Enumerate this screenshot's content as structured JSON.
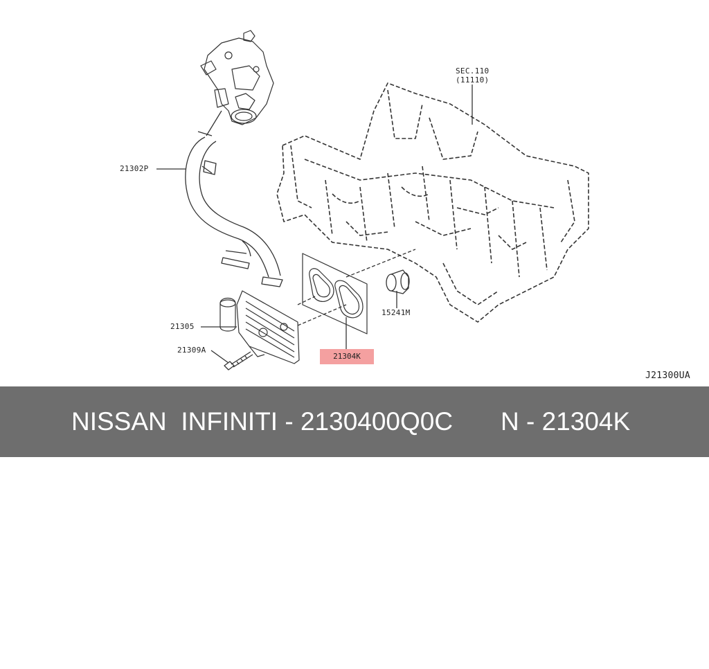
{
  "labels": {
    "sec_ref": "SEC.110",
    "sec_sub": "(11110)",
    "hose": "21302P",
    "cooler": "21305",
    "bolt": "21309A",
    "connector": "15241M",
    "gasket": "21304K",
    "diagram_code": "J21300UA"
  },
  "footer": {
    "brand_part": "NISSAN  INFINITI - 2130400Q0C",
    "ref_part": "N - 21304K"
  },
  "colors": {
    "highlight": "#f4a0a0",
    "footer_bg": "#6e6e6e",
    "line": "#333333"
  }
}
